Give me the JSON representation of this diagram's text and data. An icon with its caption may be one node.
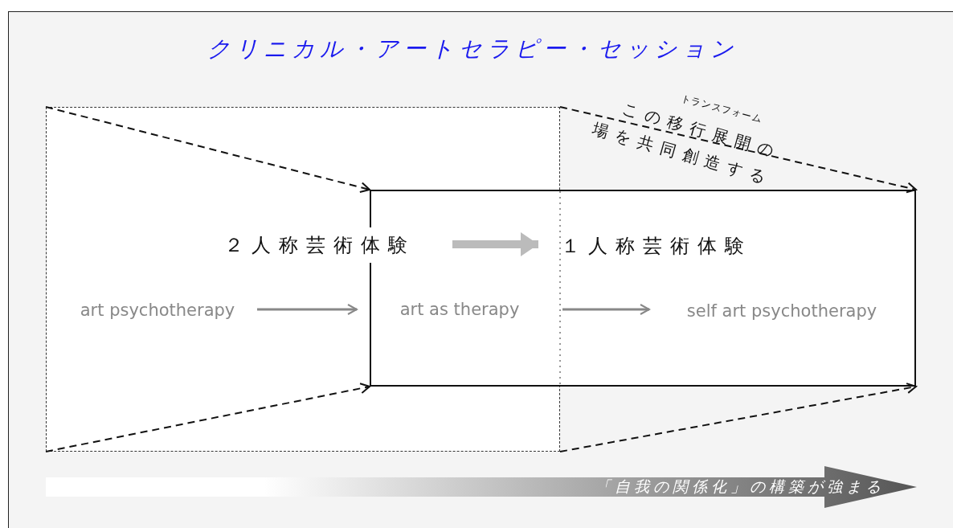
{
  "diagram": {
    "title": "クリニカル・アートセラピー・セッション",
    "nodes": [
      {
        "text": [],
        "shape": "box"
      },
      {
        "text": [],
        "shape": "box"
      },
      {
        "text": [
          "２人称芸術体験"
        ],
        "in": 0
      },
      {
        "text": [
          "１人称芸術体験"
        ],
        "in": 1
      },
      {
        "text": [
          "art psychotherapy"
        ],
        "in": 0
      },
      {
        "text": [
          "art as therapy"
        ]
      },
      {
        "text": [
          "self art psychotherapy"
        ],
        "in": 1
      },
      {
        "text": [
          "「自我の関係化」の構築が強まる"
        ]
      }
    ],
    "edges": [
      {
        "from": 0,
        "to": 1,
        "arrow": "to",
        "style": "dashed"
      },
      {
        "from": 0,
        "to": 1,
        "arrow": "to",
        "style": "dashed"
      },
      {
        "from": 0,
        "to": 1,
        "arrow": "to",
        "style": "dashed"
      },
      {
        "from": 0,
        "to": 1,
        "arrow": "to",
        "style": "dashed"
      },
      {
        "from": 2,
        "to": 3,
        "arrow": "to",
        "style": "thick",
        "color": "#bbbbbb"
      },
      {
        "from": 4,
        "to": 5,
        "arrow": "to",
        "color": "#888888"
      },
      {
        "from": 5,
        "to": 6,
        "arrow": "to",
        "color": "#888888"
      }
    ],
    "labels": [
      "トランスフォーム",
      "この移行展開の場を共同創造する"
    ]
  }
}
